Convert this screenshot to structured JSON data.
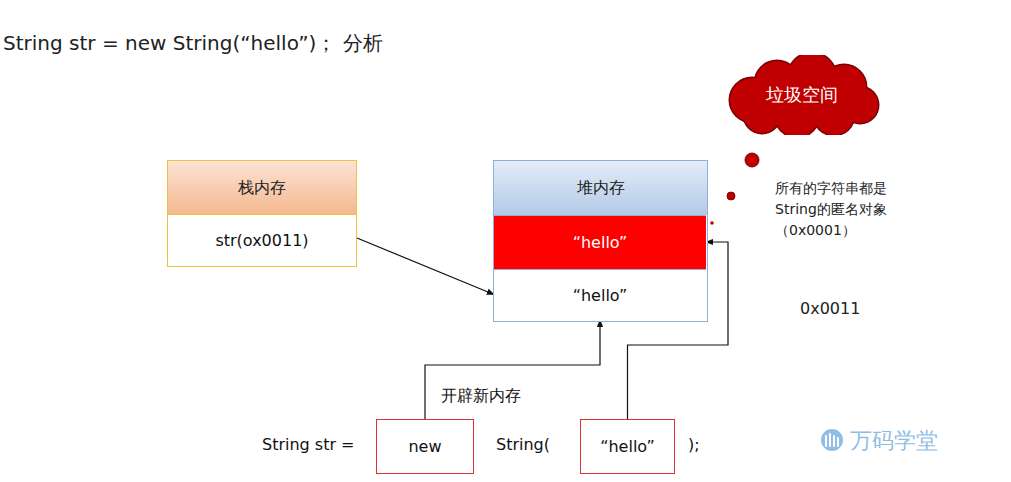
{
  "diagram": {
    "title": "String str = new String(“hello”)； 分析",
    "nodes": [
      {
        "text": [
          "栈内存",
          "str(ox0011)"
        ]
      },
      {
        "text": [
          "堆内存"
        ]
      },
      {
        "text": [
          "“hello”"
        ],
        "in": 1
      },
      {
        "text": [
          "“hello”"
        ],
        "in": 1
      },
      {
        "text": [
          "垃圾空间"
        ]
      },
      {
        "text": [
          "new"
        ]
      },
      {
        "text": [
          "“hello”"
        ]
      }
    ],
    "edges": [
      {
        "from": 0,
        "to": 3,
        "arrow": "to"
      },
      {
        "from": 5,
        "to": 3,
        "arrow": "to",
        "label": "开辟新内存"
      },
      {
        "from": 6,
        "to": 2,
        "arrow": "to"
      }
    ],
    "labels": [
      "所有的字符串都是 String的匿名对象 （0x0001）",
      "0x0011",
      "String str =",
      "String(",
      ");",
      "万码学堂"
    ]
  }
}
